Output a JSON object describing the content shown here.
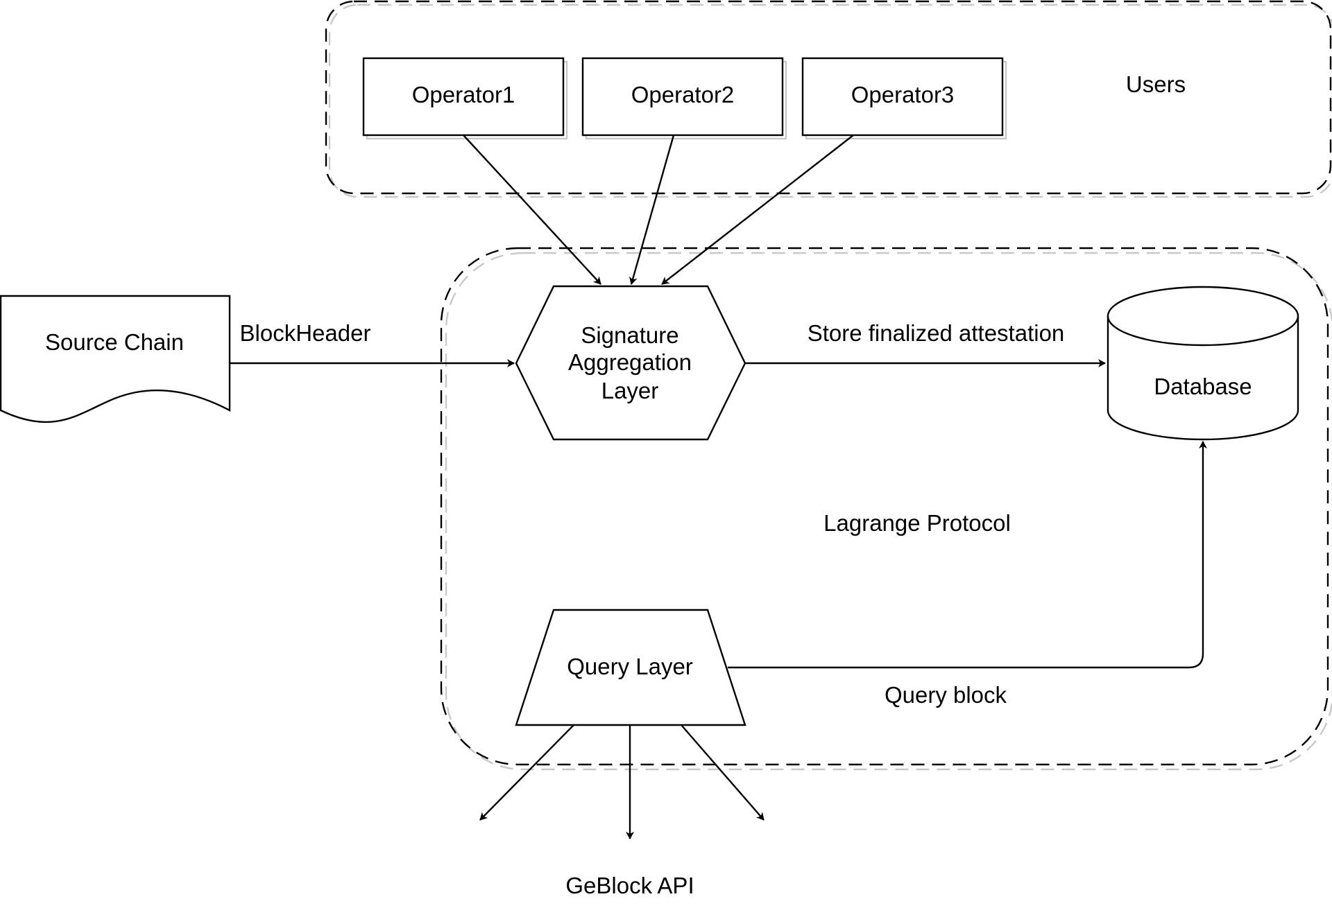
{
  "groups": {
    "users": "Users",
    "protocol": "Lagrange Protocol"
  },
  "nodes": {
    "operator1": "Operator1",
    "operator2": "Operator2",
    "operator3": "Operator3",
    "source_chain": "Source Chain",
    "signature_aggregation": [
      "Signature",
      "Aggregation",
      "Layer"
    ],
    "database": "Database",
    "query_layer": "Query Layer",
    "api": "GeBlock API"
  },
  "edges": {
    "block_header": "BlockHeader",
    "store": "Store finalized attestation",
    "query_block": "Query block"
  }
}
